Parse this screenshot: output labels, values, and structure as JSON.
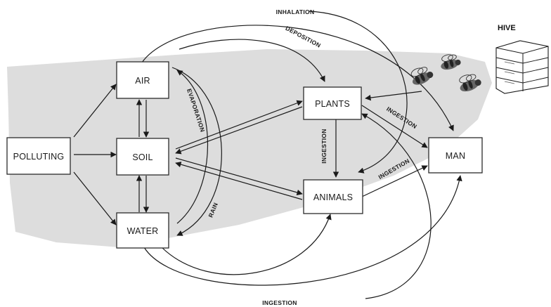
{
  "nodes": {
    "polluting": "POLLUTING",
    "air": "AIR",
    "soil": "SOIL",
    "water": "WATER",
    "plants": "PLANTS",
    "animals": "ANIMALS",
    "man": "MAN"
  },
  "labels": {
    "inhalation": "INHALATION",
    "deposition": "DEPOSITION",
    "evaporation": "EVAPORATION",
    "rain": "RAIN",
    "ingestion_vertical": "INGESTION",
    "ingestion_plants_man": "INGESTION",
    "ingestion_animals_man": "INGESTION",
    "ingestion_bottom": "INGESTION",
    "hive": "HIVE"
  },
  "icons": {
    "hive": "beehive-icon",
    "bees": "honeybee-icon"
  },
  "colors": {
    "shade": "#dddddd",
    "line": "#1a1a1a"
  }
}
